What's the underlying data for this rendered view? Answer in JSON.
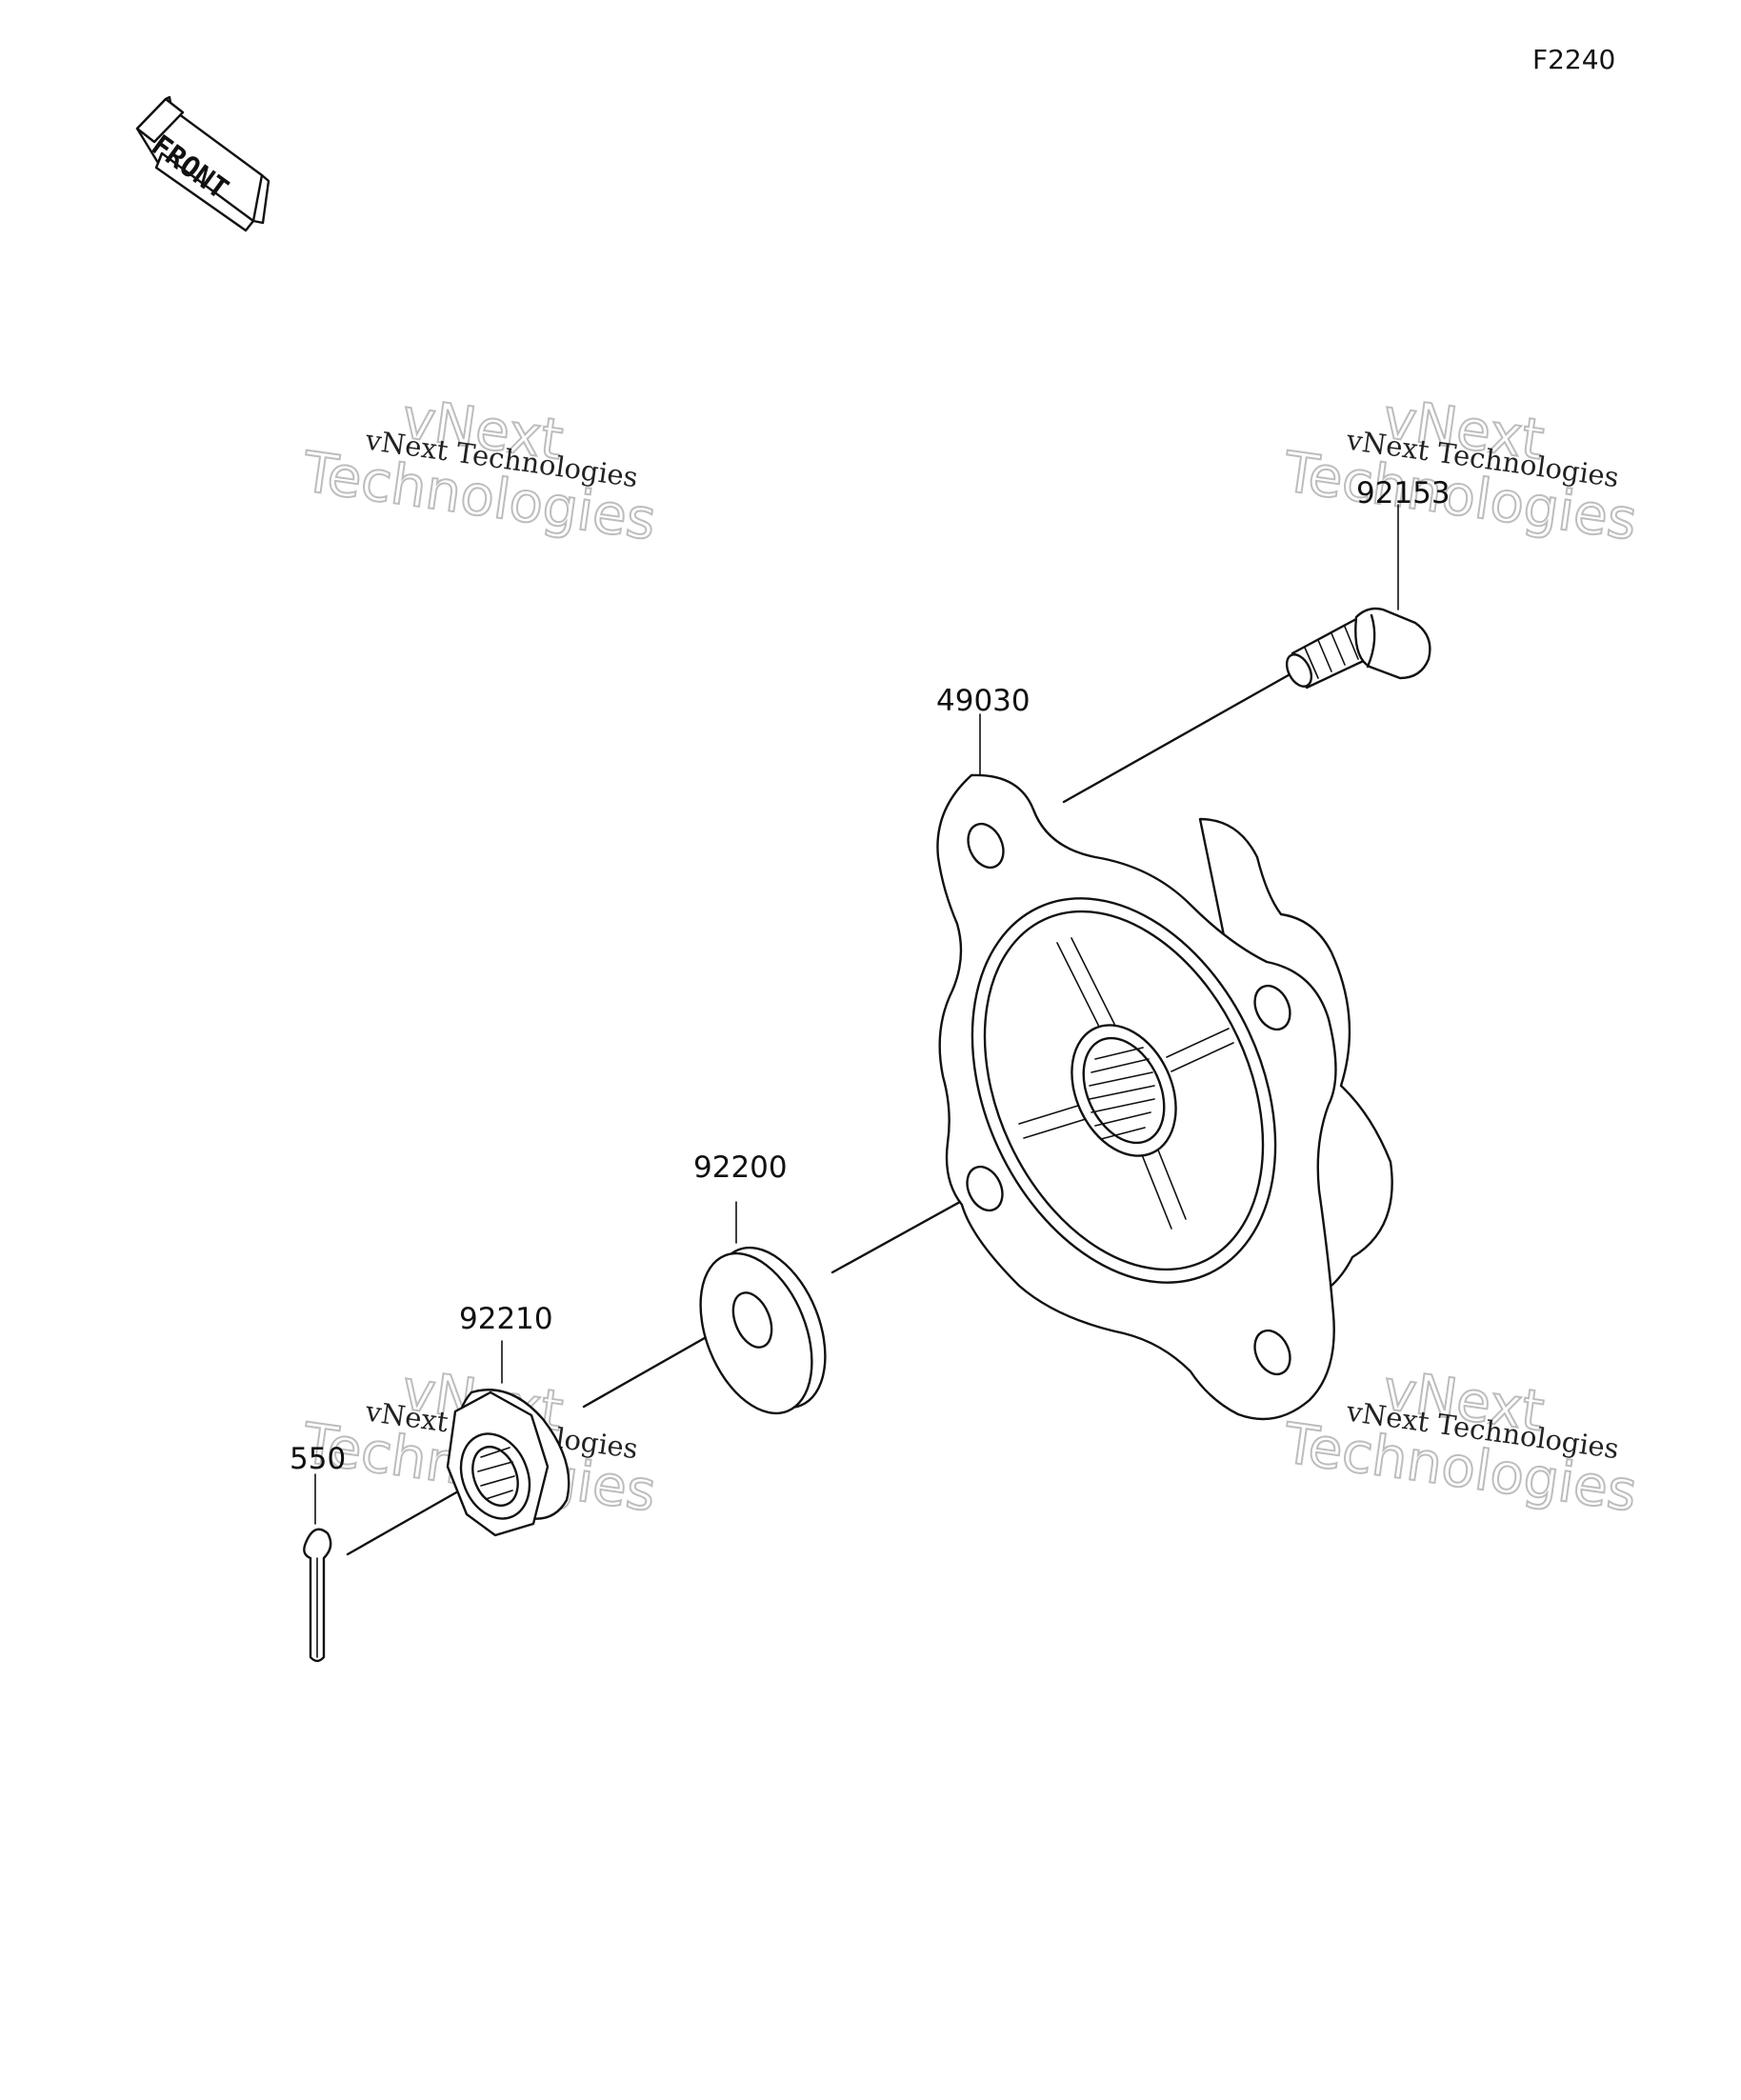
{
  "figure_code": "F2240",
  "front_arrow": {
    "label": "FRONT"
  },
  "parts": [
    {
      "id": "92153",
      "label": "92153"
    },
    {
      "id": "49030",
      "label": "49030"
    },
    {
      "id": "92200",
      "label": "92200"
    },
    {
      "id": "92210",
      "label": "92210"
    },
    {
      "id": "550",
      "label": "550"
    }
  ],
  "watermark": {
    "top_text": "vNext",
    "bottom_text": "Technologies",
    "caption": "vNext Technologies"
  }
}
